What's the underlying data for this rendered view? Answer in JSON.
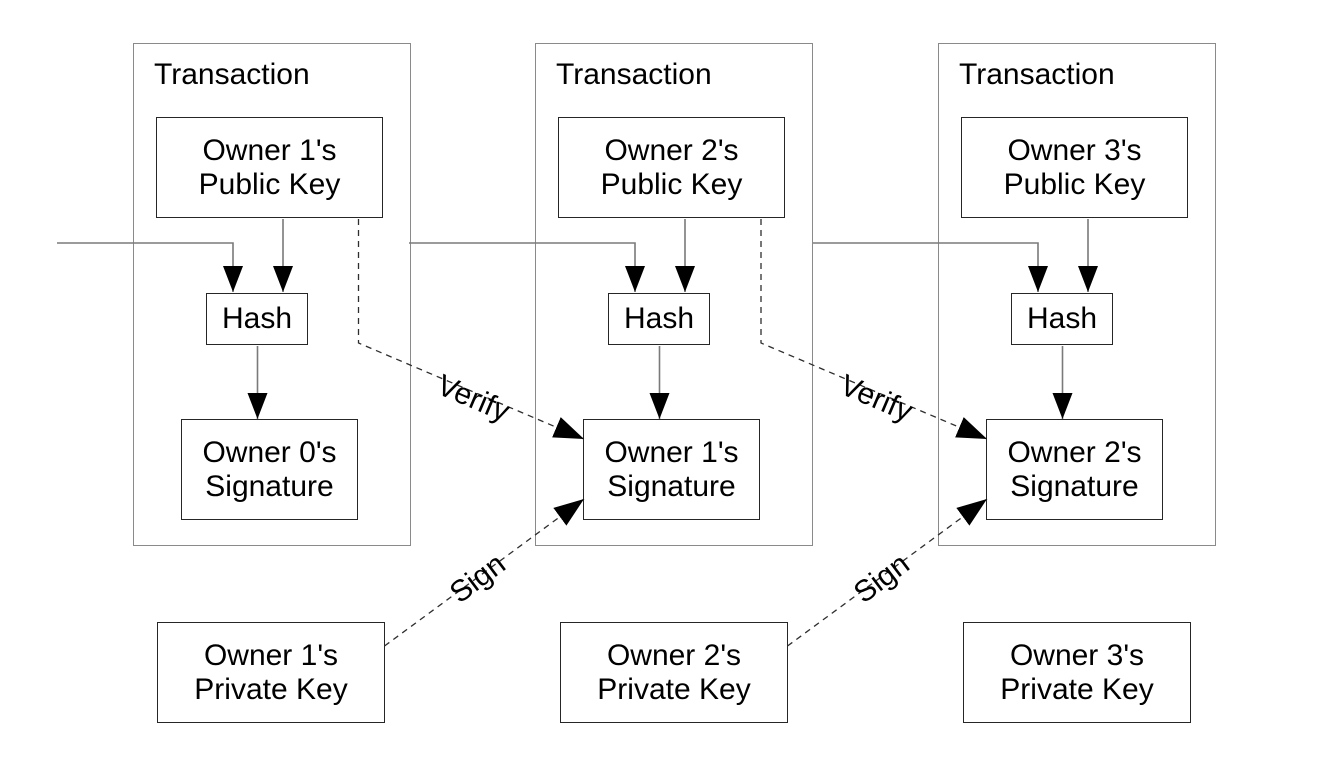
{
  "diagram": {
    "transactions": [
      {
        "title": "Transaction",
        "public_key_label": "Owner 1's\nPublic Key",
        "hash_label": "Hash",
        "signature_label": "Owner 0's\nSignature"
      },
      {
        "title": "Transaction",
        "public_key_label": "Owner 2's\nPublic Key",
        "hash_label": "Hash",
        "signature_label": "Owner 1's\nSignature"
      },
      {
        "title": "Transaction",
        "public_key_label": "Owner 3's\nPublic Key",
        "hash_label": "Hash",
        "signature_label": "Owner 2's\nSignature"
      }
    ],
    "private_keys": [
      {
        "label": "Owner 1's\nPrivate Key"
      },
      {
        "label": "Owner 2's\nPrivate Key"
      },
      {
        "label": "Owner 3's\nPrivate Key"
      }
    ],
    "edge_labels": {
      "verify_1": "Verify",
      "verify_2": "Verify",
      "sign_1": "Sign",
      "sign_2": "Sign"
    },
    "colors": {
      "background": "#ffffff",
      "outer_box_border": "#8a8a8a",
      "inner_box_border": "#262626",
      "connector_line": "#7a7a7a",
      "dashed_line": "#2e2e2e",
      "arrowhead": "#000000",
      "text": "#000000"
    }
  }
}
